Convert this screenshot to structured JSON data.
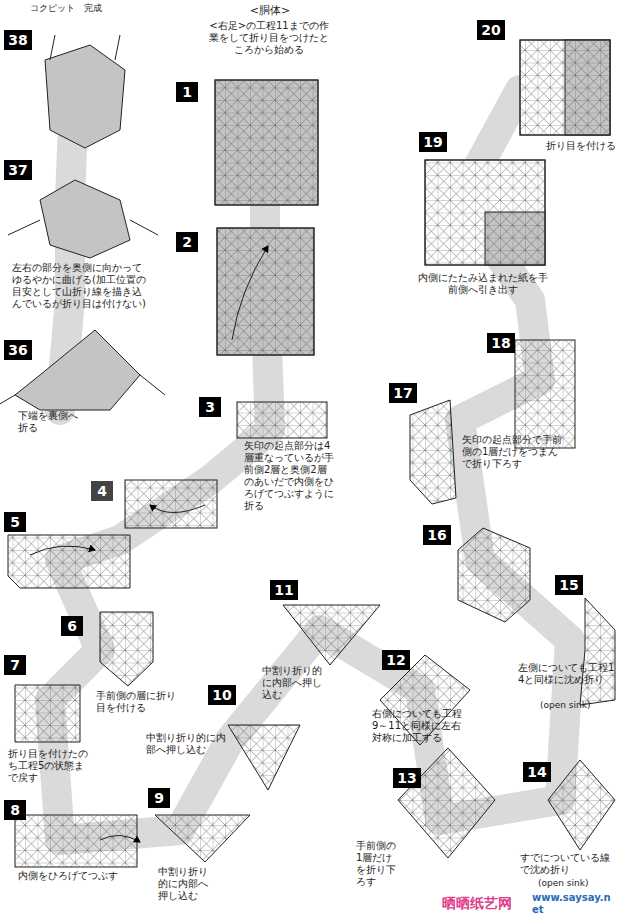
{
  "diagram": {
    "nodes": [
      {
        "text": [
          "1"
        ]
      },
      {
        "text": [
          "2"
        ]
      },
      {
        "text": [
          "3"
        ]
      },
      {
        "text": [
          "4"
        ]
      },
      {
        "text": [
          "5"
        ]
      },
      {
        "text": [
          "6"
        ]
      },
      {
        "text": [
          "7"
        ]
      },
      {
        "text": [
          "8"
        ]
      },
      {
        "text": [
          "9"
        ]
      },
      {
        "text": [
          "10"
        ]
      },
      {
        "text": [
          "11"
        ]
      },
      {
        "text": [
          "12"
        ]
      },
      {
        "text": [
          "13"
        ]
      },
      {
        "text": [
          "14"
        ]
      },
      {
        "text": [
          "15"
        ]
      },
      {
        "text": [
          "16"
        ]
      },
      {
        "text": [
          "17"
        ]
      },
      {
        "text": [
          "18"
        ]
      },
      {
        "text": [
          "19"
        ]
      },
      {
        "text": [
          "20"
        ]
      },
      {
        "text": [
          "36"
        ]
      },
      {
        "text": [
          "37"
        ]
      },
      {
        "text": [
          "38"
        ]
      }
    ],
    "labels": [
      "コクピット　完成",
      "<胴体>",
      "<右足>の工程11までの作業をして折り目をつけたところから始める",
      "左右の部分を奥側に向かってゆるやかに曲げる(加工位置の目安として山折り線を描き込んでいるが折り目は付けない)",
      "下端を裏側へ折る",
      "矢印の起点部分は4層重なっているが手前側2層と奥側2層のあいだで内側をひろげてつぶすように折る",
      "手前側の層に折り目を付ける",
      "折り目を付けたのち工程5の状態まで戻す",
      "内側をひろげてつぶす",
      "中割り折り的に内部へ押し込む",
      "中割り折り的に内部へ押し込む",
      "中割り折り的に内部へ押し込む",
      "右側についても工程9～11と同様に左右対称に加工する",
      "手前側の1層だけを折り下ろす",
      "すでについている線で沈め折り",
      "(open sink)",
      "左側についても工程14と同様に沈め折り",
      "(open sink)",
      "矢印の起点部分で手前側の1層だけをつまんで折り下ろす",
      "内側にたたみ込まれた紙を手前側へ引き出す",
      "折り目を付ける",
      "晒晒纸艺网",
      "www.saysay.net"
    ]
  }
}
